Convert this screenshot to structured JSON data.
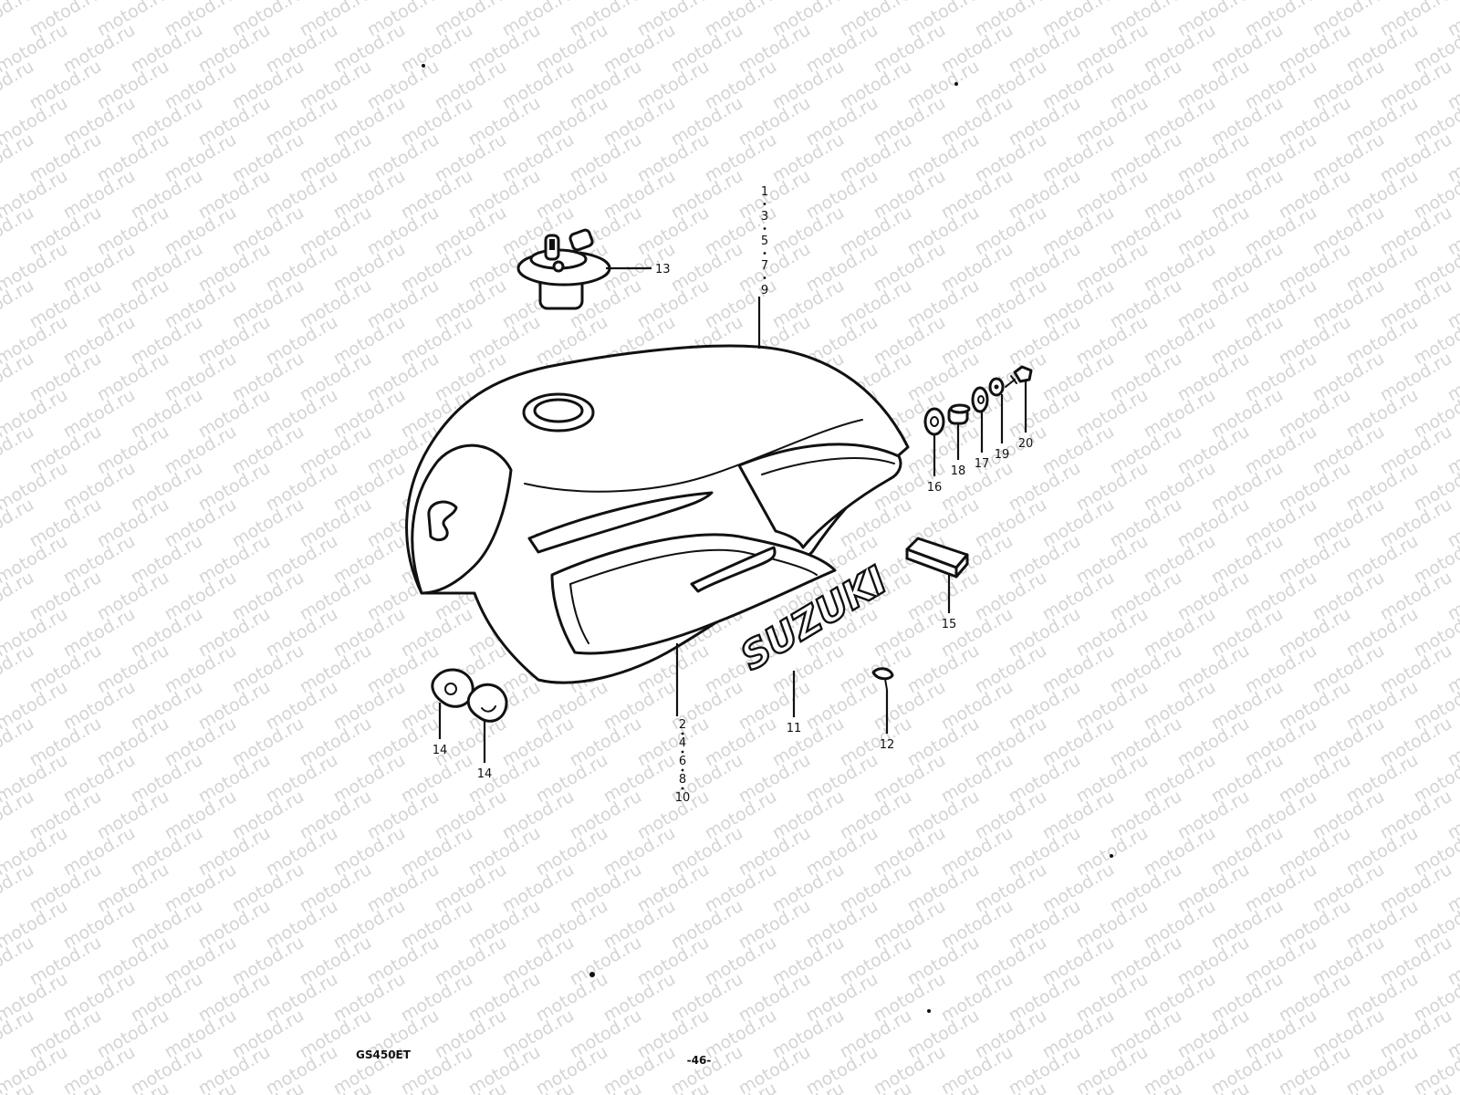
{
  "watermark": {
    "text": "motod.ru"
  },
  "part_labels": {
    "left_numbers_top": [
      "1",
      "3",
      "5",
      "7",
      "9"
    ],
    "left_numbers_bottom": [
      "2",
      "4",
      "6",
      "8",
      "10"
    ],
    "p11": "11",
    "p12": "12",
    "p13": "13",
    "p14a": "14",
    "p14b": "14",
    "p15": "15",
    "p16": "16",
    "p17": "17",
    "p18": "18",
    "p19": "19",
    "p20": "20"
  },
  "emblem": {
    "text": "SUZUKI"
  },
  "footer": {
    "model": "GS450ET",
    "page": "-46-"
  }
}
